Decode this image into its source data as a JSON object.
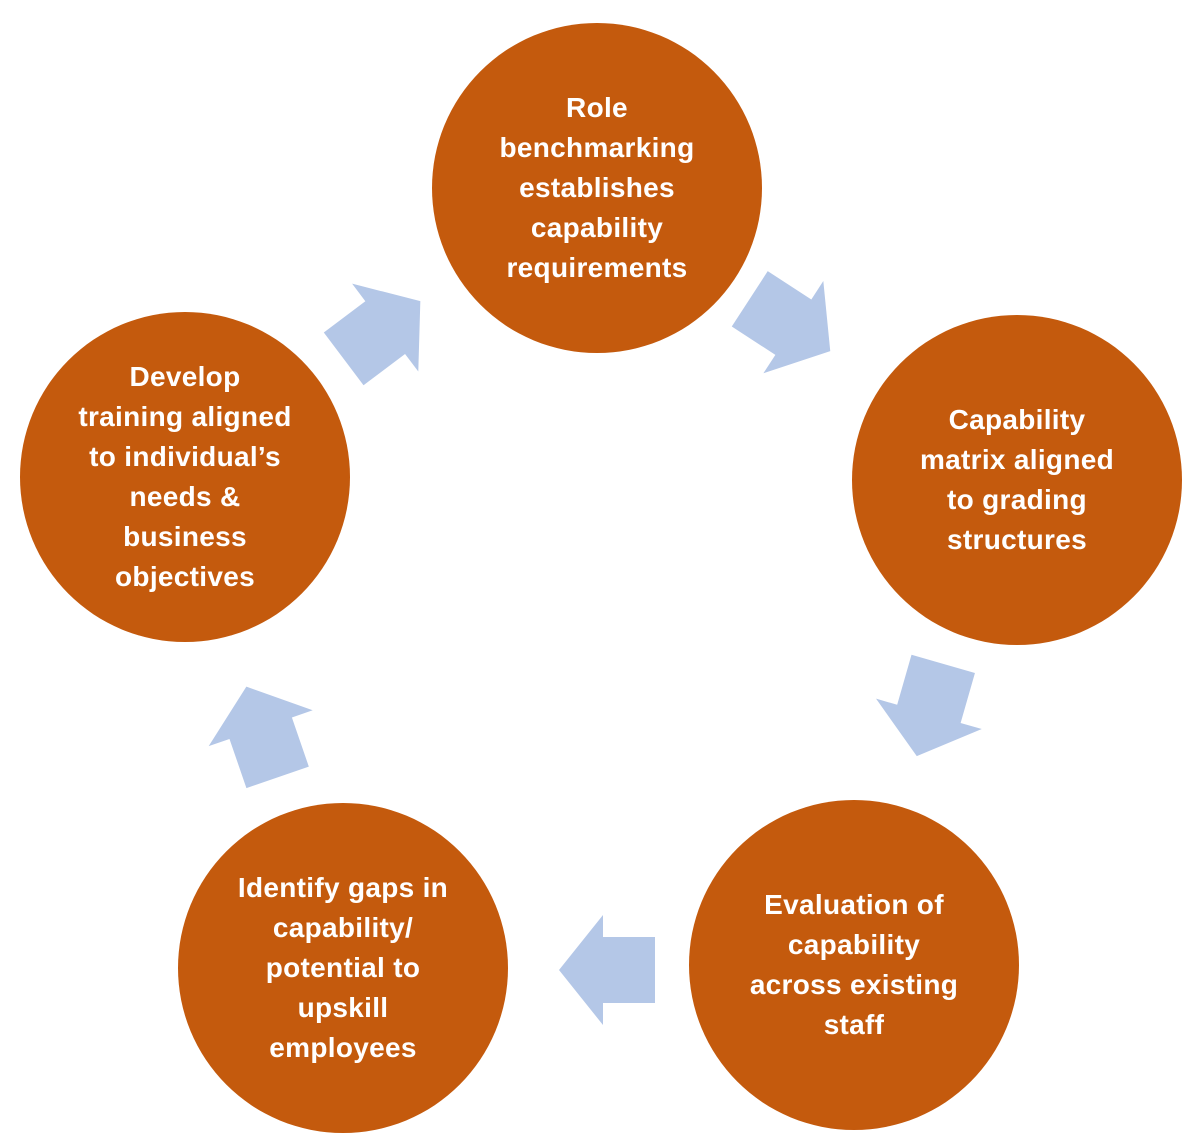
{
  "diagram": {
    "type": "cycle",
    "flow_direction": "clockwise",
    "colors": {
      "circle_fill": "#C45A0D",
      "arrow_fill": "#B4C7E7",
      "text": "#FFFFFF",
      "background": "#FFFFFF"
    },
    "nodes": [
      {
        "id": "role-benchmarking",
        "position": "top",
        "text": "Role\nbenchmarking\nestablishes\ncapability\nrequirements"
      },
      {
        "id": "capability-matrix",
        "position": "right",
        "text": "Capability\nmatrix aligned\nto grading\nstructures"
      },
      {
        "id": "evaluation-capability",
        "position": "bottom-right",
        "text": "Evaluation of\ncapability\nacross existing\nstaff"
      },
      {
        "id": "identify-gaps",
        "position": "bottom-left",
        "text": "Identify gaps in\ncapability/\npotential to\nupskill\nemployees"
      },
      {
        "id": "develop-training",
        "position": "left",
        "text": "Develop\ntraining aligned\nto individual’s\nneeds &\nbusiness\nobjectives"
      }
    ],
    "arrows": [
      {
        "id": "arrow-top-to-right",
        "from": "role-benchmarking",
        "to": "capability-matrix",
        "direction": "down-right"
      },
      {
        "id": "arrow-right-to-bottom-right",
        "from": "capability-matrix",
        "to": "evaluation-capability",
        "direction": "down-left"
      },
      {
        "id": "arrow-bottom-right-to-bottom-left",
        "from": "evaluation-capability",
        "to": "identify-gaps",
        "direction": "left"
      },
      {
        "id": "arrow-bottom-left-to-left",
        "from": "identify-gaps",
        "to": "develop-training",
        "direction": "up-left"
      },
      {
        "id": "arrow-left-to-top",
        "from": "develop-training",
        "to": "role-benchmarking",
        "direction": "up-right"
      }
    ]
  }
}
